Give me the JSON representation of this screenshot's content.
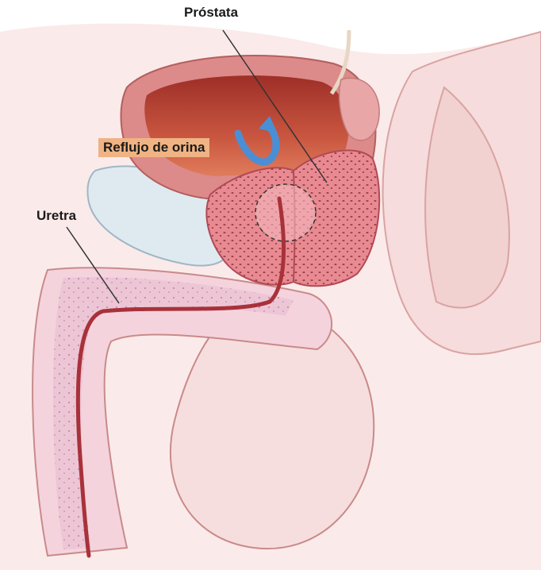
{
  "labels": {
    "prostate": "Próstata",
    "urethra": "Uretra",
    "urine_reflux": "Reflujo de orina"
  },
  "colors": {
    "skin": "#f6dcdc",
    "skin_outline": "#c98a8a",
    "bladder_wall": "#dd8a8a",
    "bladder_interior": "#b8473a",
    "prostate": "#e98a92",
    "prostate_dots": "#7a2a30",
    "urethra": "#a8323a",
    "pubic_bone": "#dfeaf0",
    "corpus": "#edc6d6",
    "reflux_arrow": "#4a8fd6",
    "reflux_label_bg": "#f0b383"
  },
  "icons": {
    "reflux_arrow": "curved-arrow-up-icon"
  }
}
